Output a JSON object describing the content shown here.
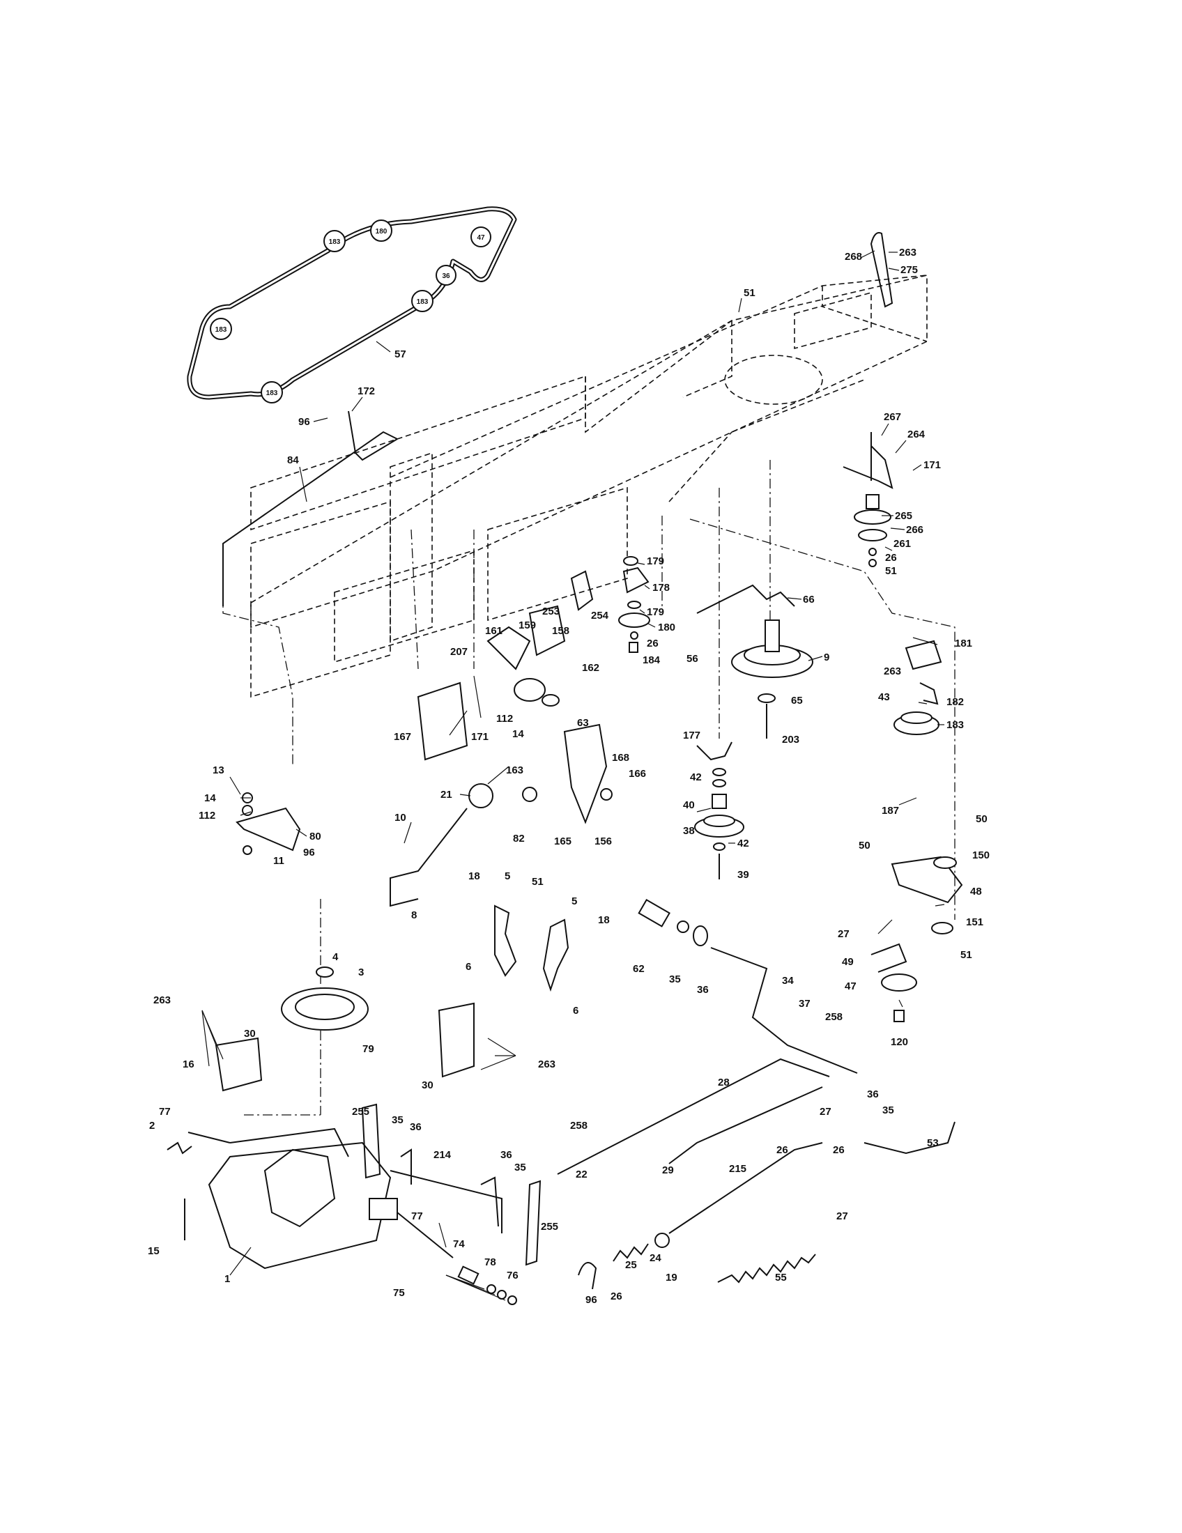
{
  "belt_labels": [
    "57",
    "183",
    "180",
    "47",
    "36",
    "183",
    "183",
    "183"
  ],
  "callouts": [
    "268",
    "263",
    "275",
    "51",
    "172",
    "96",
    "84",
    "267",
    "264",
    "171",
    "265",
    "266",
    "261",
    "26",
    "51",
    "179",
    "178",
    "179",
    "180",
    "26",
    "184",
    "253",
    "254",
    "66",
    "56",
    "9",
    "65",
    "203",
    "263",
    "181",
    "43",
    "182",
    "183",
    "187",
    "161",
    "159",
    "158",
    "207",
    "162",
    "112",
    "14",
    "63",
    "163",
    "167",
    "171",
    "177",
    "168",
    "166",
    "42",
    "40",
    "38",
    "42",
    "39",
    "13",
    "14",
    "112",
    "80",
    "96",
    "11",
    "21",
    "82",
    "165",
    "156",
    "10",
    "8",
    "18",
    "5",
    "51",
    "5",
    "18",
    "6",
    "6",
    "62",
    "35",
    "36",
    "34",
    "37",
    "50",
    "50",
    "150",
    "48",
    "27",
    "151",
    "49",
    "47",
    "51",
    "120",
    "4",
    "3",
    "263",
    "30",
    "16",
    "79",
    "30",
    "263",
    "258",
    "36",
    "35",
    "77",
    "255",
    "35",
    "36",
    "28",
    "27",
    "26",
    "26",
    "2",
    "214",
    "36",
    "35",
    "29",
    "215",
    "258",
    "22",
    "53",
    "15",
    "77",
    "74",
    "255",
    "1",
    "78",
    "76",
    "75",
    "96",
    "26",
    "25",
    "24",
    "19",
    "55",
    "27"
  ]
}
